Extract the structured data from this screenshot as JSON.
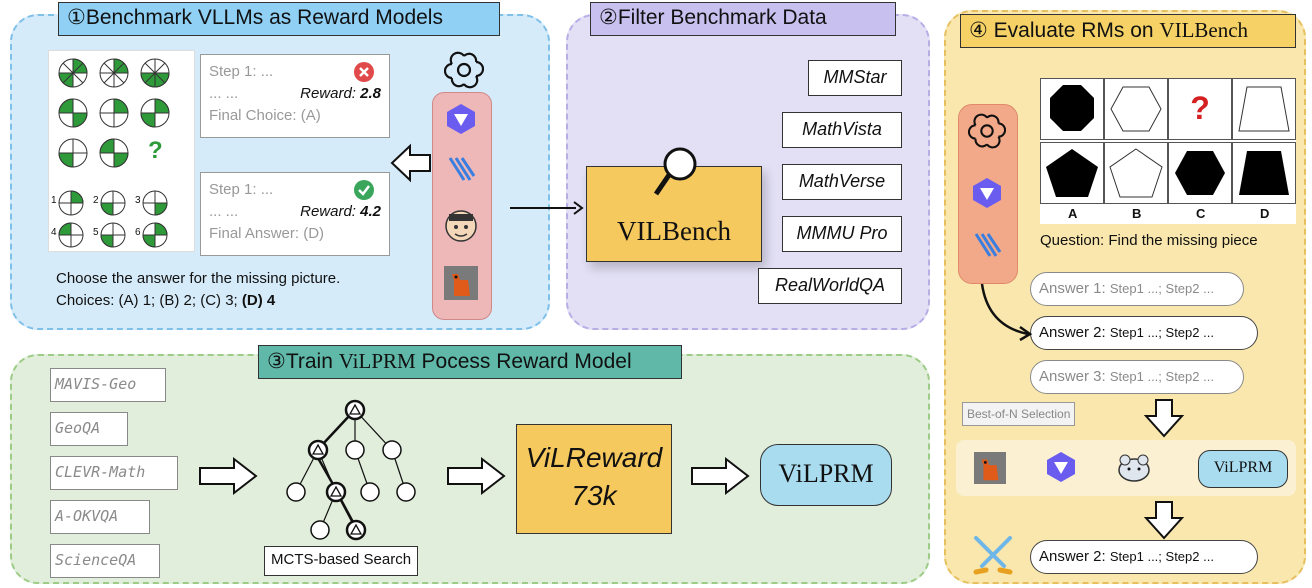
{
  "panel1": {
    "title": "①Benchmark VLLMs as Reward Models",
    "reasoning1": {
      "step": "Step 1: ...",
      "dots": "... ...",
      "reward_label": "Reward:",
      "reward_value": "2.8",
      "final": "Final Choice: (A)"
    },
    "reasoning2": {
      "step": "Step 1: ...",
      "dots": "... ...",
      "reward_label": "Reward:",
      "reward_value": "4.2",
      "final": "Final Answer: (D)"
    },
    "question": "Choose the answer for the missing picture.",
    "choices_prefix": "Choices: (A) 1; (B) 2; (C) 3;",
    "choices_bold": "(D) 4",
    "puzzle_mark": "?",
    "option_numbers": [
      "1",
      "2",
      "3",
      "4",
      "5",
      "6"
    ]
  },
  "panel2": {
    "title": "②Filter Benchmark Data",
    "center_label": "VILBench",
    "datasets": [
      "MMStar",
      "MathVista",
      "MathVerse",
      "MMMU Pro",
      "RealWorldQA"
    ]
  },
  "panel3": {
    "title_prefix": "③Train",
    "title_model": "ViLPRM",
    "title_suffix": "Pocess Reward Model",
    "datasets": [
      "MAVIS-Geo",
      "GeoQA",
      "CLEVR-Math",
      "A-OKVQA",
      "ScienceQA"
    ],
    "search_label": "MCTS-based Search",
    "reward_name": "ViLReward",
    "reward_size": "73k",
    "output_model": "ViLPRM"
  },
  "panel4": {
    "title_prefix": "④ Evaluate RMs on",
    "title_bench": "VILBench",
    "question_mark": "?",
    "option_letters": [
      "A",
      "B",
      "C",
      "D"
    ],
    "question": "Question: Find the missing piece",
    "answers": [
      {
        "label": "Answer 1:",
        "text": "Step1 ...; Step2 ..."
      },
      {
        "label": "Answer 2:",
        "text": "Step1 ...; Step2 ..."
      },
      {
        "label": "Answer 3:",
        "text": "Step1 ...; Step2 ..."
      }
    ],
    "bon_label": "Best-of-N Selection",
    "bon_model": "ViLPRM",
    "final_answer": {
      "label": "Answer 2:",
      "text": "Step1 ...; Step2 ..."
    }
  },
  "colors": {
    "blue_panel": "#d6ebf9",
    "purple_panel": "#e3e0f5",
    "green_panel": "#e2eedc",
    "yellow_panel": "#f9e7ad",
    "reward_box": "#f6c95e",
    "model_box": "#a9dcef",
    "wrong": "#e04a4a",
    "right": "#3aa65b"
  }
}
